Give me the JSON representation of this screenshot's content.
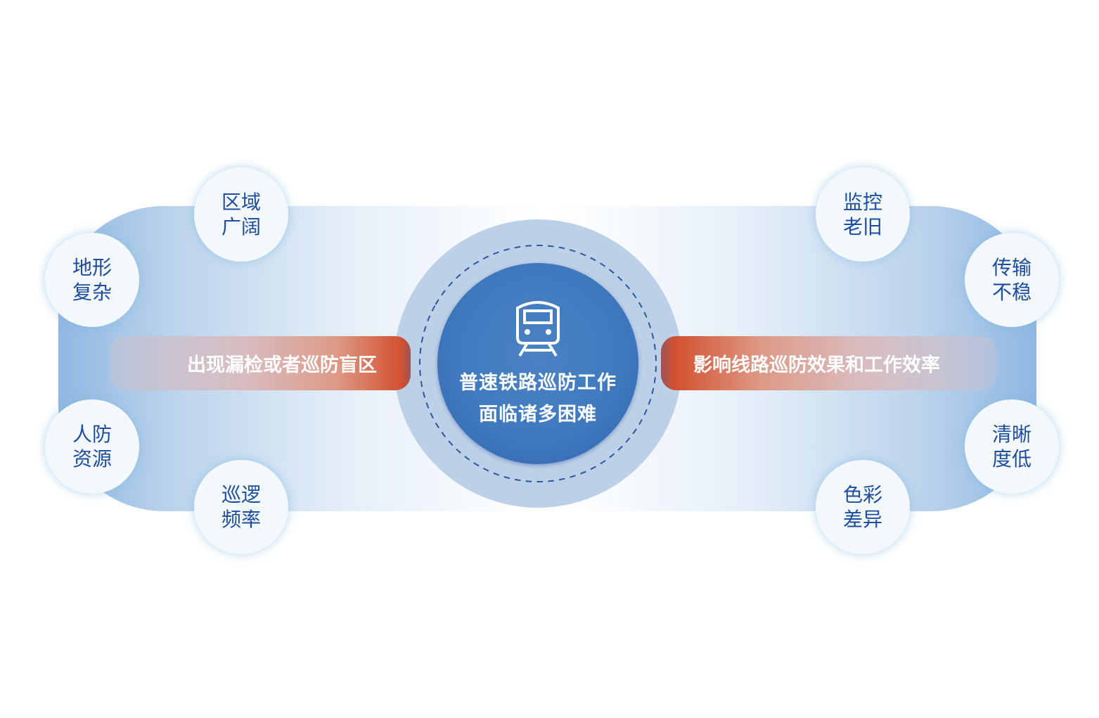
{
  "center": {
    "line1": "普速铁路巡防工作",
    "line2": "面临诸多困难",
    "icon": "train-icon"
  },
  "left_pill": "出现漏检或者巡防盲区",
  "right_pill": "影响线路巡防效果和工作效率",
  "bubbles": [
    {
      "l1": "区域",
      "l2": "广阔"
    },
    {
      "l1": "地形",
      "l2": "复杂"
    },
    {
      "l1": "人防",
      "l2": "资源"
    },
    {
      "l1": "巡逻",
      "l2": "频率"
    },
    {
      "l1": "监控",
      "l2": "老旧"
    },
    {
      "l1": "传输",
      "l2": "不稳"
    },
    {
      "l1": "清晰",
      "l2": "度低"
    },
    {
      "l1": "色彩",
      "l2": "差异"
    }
  ],
  "colors": {
    "primary": "#3f78bd",
    "text": "#1d4d9e",
    "accent": "#d3502f"
  }
}
